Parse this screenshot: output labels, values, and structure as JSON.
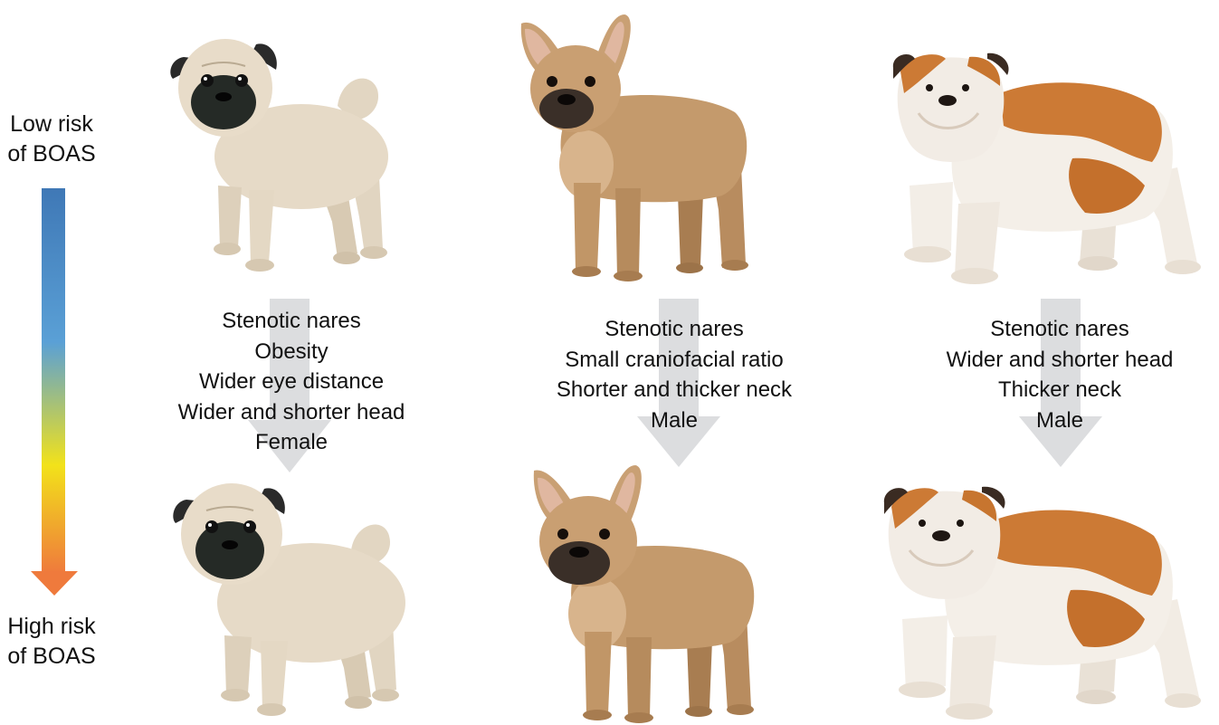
{
  "scale": {
    "low_label": [
      "Low risk",
      "of BOAS"
    ],
    "high_label": [
      "High risk",
      "of BOAS"
    ],
    "gradient_colors": [
      "#3f78b6",
      "#5aa0d6",
      "#f2e21a",
      "#ef7a3c"
    ]
  },
  "breeds": [
    {
      "icon": "pug",
      "top_image": "pug-icon",
      "bottom_image": "pug-icon",
      "risk_factors": [
        "Stenotic nares",
        "Obesity",
        "Wider eye distance",
        "Wider and shorter head",
        "Female"
      ]
    },
    {
      "icon": "french-bulldog",
      "top_image": "french-bulldog-icon",
      "bottom_image": "french-bulldog-icon",
      "risk_factors": [
        "Stenotic nares",
        "Small craniofacial ratio",
        "Shorter and thicker neck",
        "Male"
      ]
    },
    {
      "icon": "english-bulldog",
      "top_image": "english-bulldog-icon",
      "bottom_image": "english-bulldog-icon",
      "risk_factors": [
        "Stenotic nares",
        "Wider and shorter head",
        "Thicker neck",
        "Male"
      ]
    }
  ],
  "colors": {
    "arrow": "#dcdddf",
    "pug_coat": "#e6dac7",
    "pug_mask": "#252a26",
    "frenchie_coat": "#c49a6c",
    "bulldog_white": "#f4efe8",
    "bulldog_red": "#cc7a35"
  }
}
